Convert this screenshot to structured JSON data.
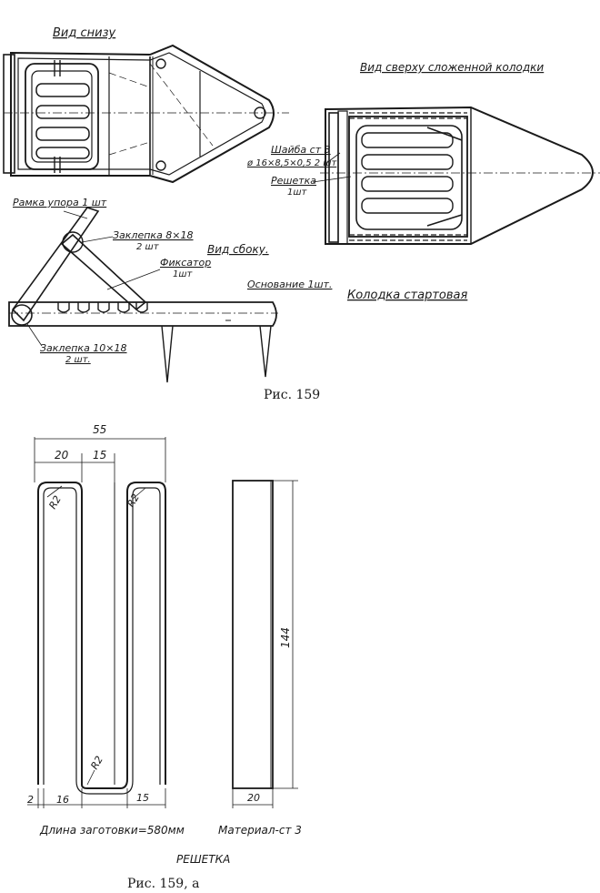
{
  "figure1": {
    "bottom_view_label": "Вид снизу",
    "top_view_label": "Вид сверху сложенной колодки",
    "washer_label": "Шайба ст 3",
    "washer_spec": "ø 16×8,5×0,5 2 шт",
    "grid_label": "Решетка",
    "grid_qty": "1шт",
    "frame_label": "Рамка упора 1 шт",
    "rivet1_label": "Заклепка 8×18",
    "rivet1_qty": "2 шт",
    "side_view_label": "Вид сбоку.",
    "latch_label": "Фиксатор",
    "latch_qty": "1шт",
    "base_label": "Основание 1шт.",
    "block_title": "Колодка стартовая",
    "rivet2_label": "Заклепка 10×18",
    "rivet2_qty": "2 шт.",
    "caption": "Рис. 159"
  },
  "figure2": {
    "dim_total": "55",
    "dim_20_top": "20",
    "dim_15_top": "15",
    "r_left": "R2",
    "r_mid_top": "R2",
    "r_mid_bottom": "R2",
    "dim_144": "144",
    "dim_2": "2",
    "dim_16": "16",
    "dim_15_bottom": "15",
    "dim_20_bottom": "20",
    "blank_length": "Длина заготовки=580мм",
    "material": "Материал-ст 3",
    "part_title": "РЕШЕТКА",
    "caption": "Рис. 159, а"
  }
}
